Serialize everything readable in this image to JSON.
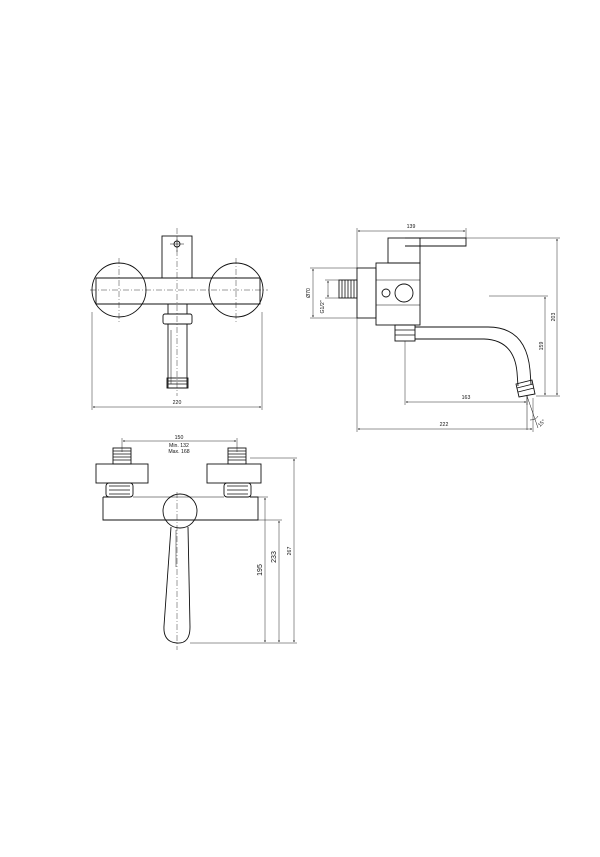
{
  "front_view": {
    "width_label": "220"
  },
  "side_view": {
    "top_label": "139",
    "diameter_label": "Ø70",
    "thread_label": "G1/2\"",
    "height_total_label": "203",
    "height_spout_label": "159",
    "spout_reach_label": "163",
    "depth_label": "222",
    "angle_label": "15°"
  },
  "bottom_view": {
    "center_label": "150",
    "min_label": "Min. 132",
    "max_label": "Max. 168",
    "height_a_label": "195",
    "height_b_label": "233",
    "height_c_label": "267"
  }
}
